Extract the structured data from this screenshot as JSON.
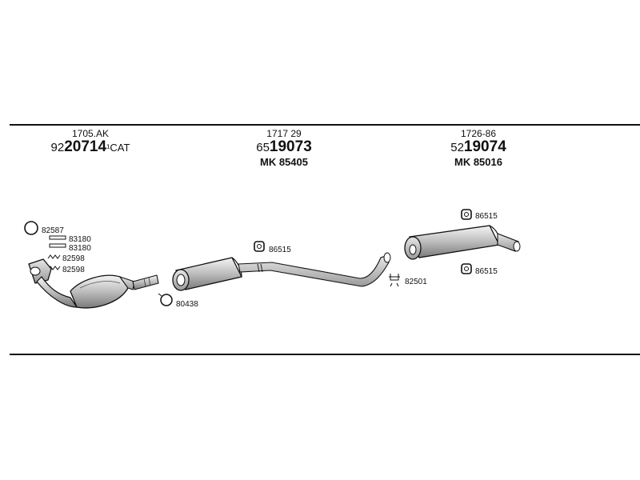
{
  "sections": [
    {
      "ref": "1705.AK",
      "prefix": "92",
      "number": "20714",
      "suffix": "¹CAT",
      "mk": ""
    },
    {
      "ref": "1717 29",
      "prefix": "65",
      "number": "19073",
      "suffix": "",
      "mk": "MK 85405"
    },
    {
      "ref": "1726-86",
      "prefix": "52",
      "number": "19074",
      "suffix": "",
      "mk": "MK 85016"
    }
  ],
  "parts": {
    "p82587": "82587",
    "p83180a": "83180",
    "p83180b": "83180",
    "p82598a": "82598",
    "p82598b": "82598",
    "p80438": "80438",
    "p86515_mid": "86515",
    "p82501": "82501",
    "p86515_top": "86515",
    "p86515_bot": "86515"
  }
}
